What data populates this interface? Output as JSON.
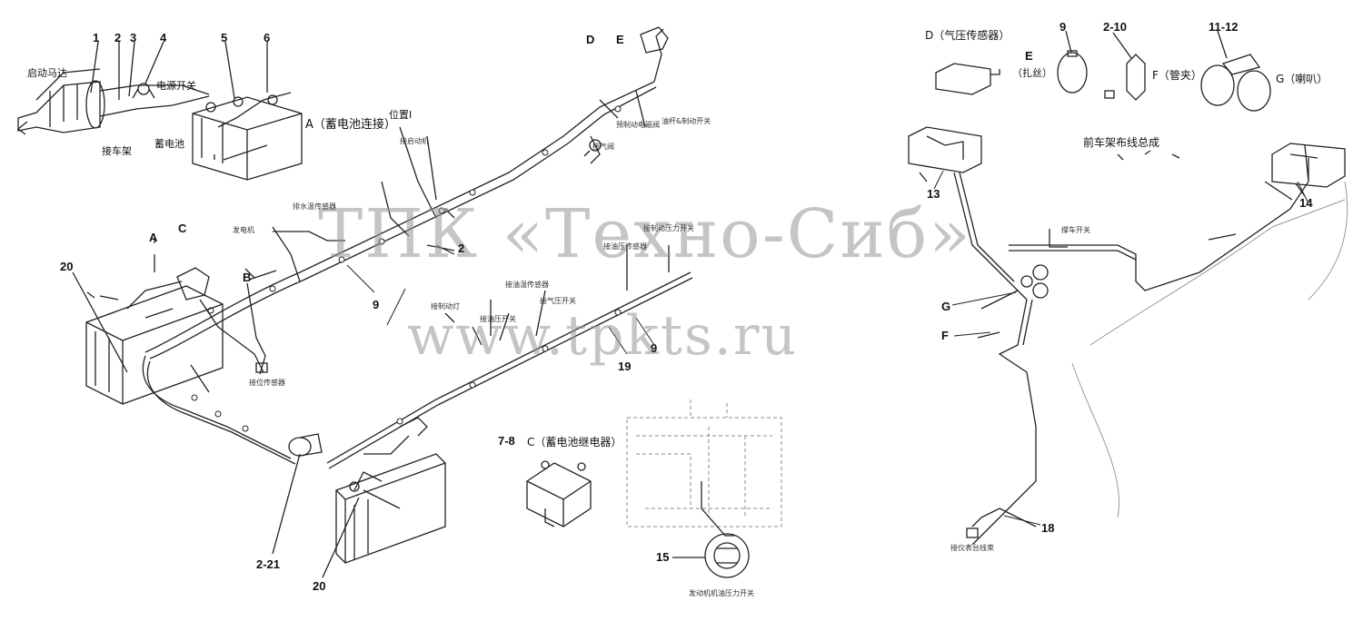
{
  "watermark": {
    "line1": "ТПК «Техно-Сиб»",
    "line2": "www.tpkts.ru"
  },
  "callouts": {
    "n1": "1",
    "n2": "2",
    "n3": "3",
    "n4": "4",
    "n5": "5",
    "n6": "6",
    "n2b": "2",
    "n9a": "9",
    "n9b": "9",
    "n19": "19",
    "n20a": "20",
    "n20b": "20",
    "n2_21": "2-21",
    "n7_8": "7-8",
    "n15": "15",
    "n13": "13",
    "n14": "14",
    "n18": "18",
    "D": "D",
    "E": "E",
    "A": "A",
    "B": "B",
    "C": "C",
    "G": "G",
    "F": "F",
    "n9top": "9",
    "n2_10": "2-10",
    "n11_12": "11-12"
  },
  "labels": {
    "starter_motor": "启动马达",
    "power_switch": "电源开关",
    "ground_frame": "接车架",
    "battery": "蓄电池",
    "A_battery_conn": "A（蓄电池连接）",
    "position_I": "位置I",
    "front_frame_harness": "前车架布线总成",
    "D_pressure_sensor": "D（气压传感器）",
    "E_clamp": "E",
    "E_clamp_sub": "（扎丝）",
    "F_pipe_clamp": "F（管夹）",
    "G_horn": "G（喇叭）",
    "C_relay": "C（蓄电池继电器）",
    "oil_pressure_switch": "发动机机油压力开关"
  },
  "small_labels": [
    "接启动机",
    "排水温传感器",
    "发电机",
    "接气阀",
    "预制动电磁阀",
    "油杆&制动开关",
    "接制动压力开关",
    "接油压传感器",
    "接油温传感器",
    "接气压开关",
    "接制动灯",
    "接油压开关",
    "接位传感器",
    "撑车开关",
    "接仪表台线束"
  ]
}
